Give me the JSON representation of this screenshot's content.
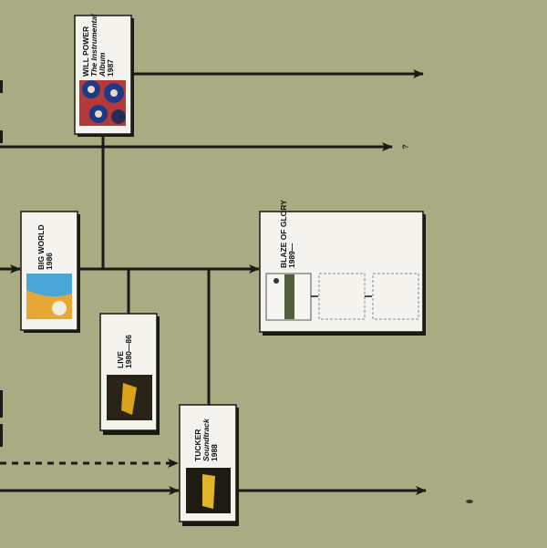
{
  "albums": [
    {
      "title": "WILL POWER",
      "subtitle": "The Instrumental",
      "subtitle2": "Album",
      "year": "1987"
    },
    {
      "title": "BIG WORLD",
      "year": "1986"
    },
    {
      "title": "LIVE",
      "year": "1980—86"
    },
    {
      "title": "TUCKER",
      "subtitle": "Soundtrack",
      "year": "1988"
    },
    {
      "title": "BLAZE OF GLORY",
      "year": "1989—"
    }
  ],
  "unknown_marker": "?",
  "colors": {
    "background": "#a9ab82",
    "line": "#1a1a14",
    "card": "#f4f3ee"
  }
}
